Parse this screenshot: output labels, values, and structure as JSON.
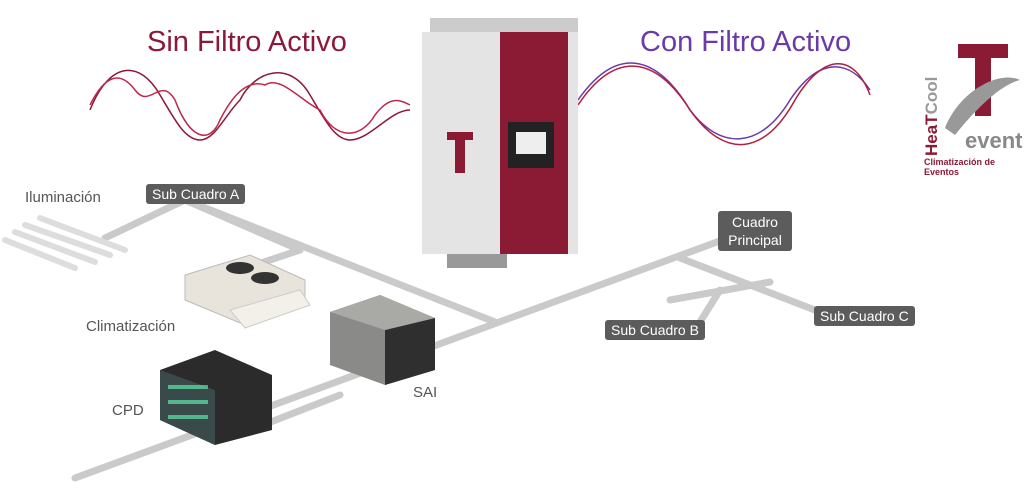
{
  "titles": {
    "without": "Sin Filtro Activo",
    "with": "Con Filtro Activo"
  },
  "colors": {
    "without": "#8b1a3a",
    "with": "#6a3aa8",
    "brand": "#8b1a35",
    "bus": "#cacaca",
    "tag": "#5c5c5c"
  },
  "logo": {
    "brand_a": "HeaT",
    "brand_b": "Cool",
    "event": "event",
    "tagline": "Climatización de Eventos"
  },
  "tags": {
    "sub_a": "Sub Cuadro A",
    "principal": "Cuadro Principal",
    "sub_b": "Sub Cuadro B",
    "sub_c": "Sub Cuadro C"
  },
  "labels": {
    "iluminacion": "Iluminación",
    "climatizacion": "Climatización",
    "cpd": "CPD",
    "sai": "SAI"
  }
}
